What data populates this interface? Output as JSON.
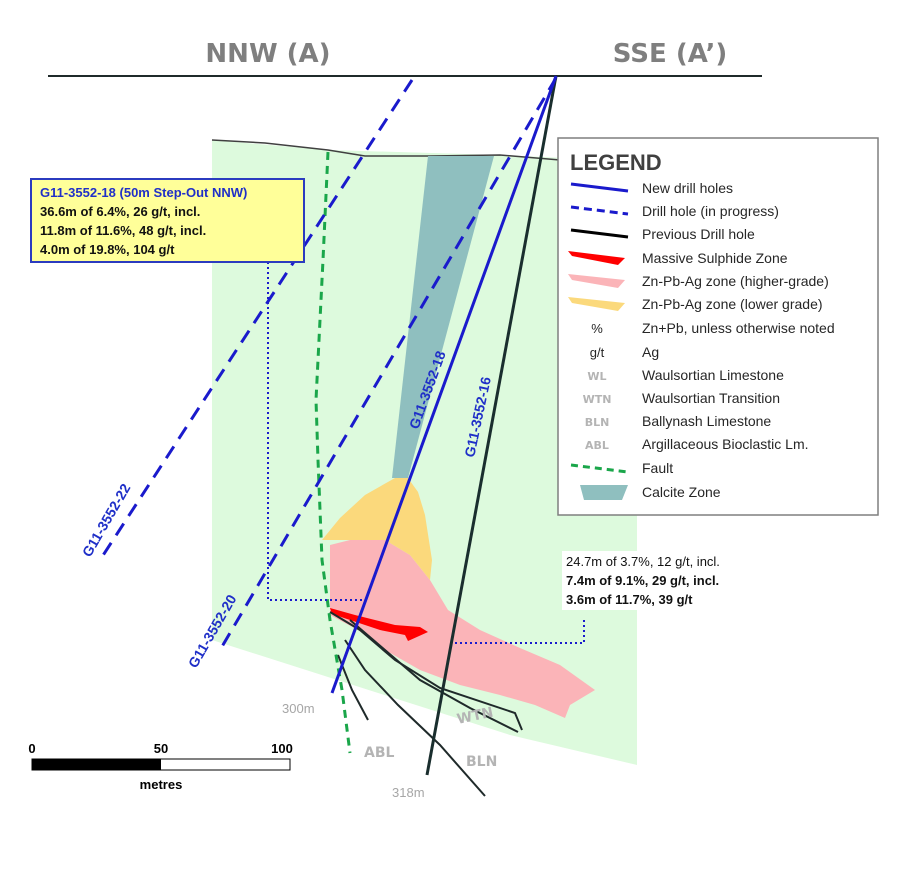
{
  "section": {
    "left_end": "NNW (A)",
    "right_end": "SSE (A’)"
  },
  "drill_holes": [
    {
      "id": "G11-3552-18",
      "kind": "New drill holes"
    },
    {
      "id": "G11-3552-16",
      "kind": "Previous Drill hole"
    },
    {
      "id": "G11-3552-22",
      "kind": "Drill hole (in progress)"
    },
    {
      "id": "G11-3552-20",
      "kind": "Drill hole (in progress)"
    }
  ],
  "depth_labels": [
    "300m",
    "318m"
  ],
  "unit_labels": [
    "WTN",
    "ABL",
    "BLN"
  ],
  "callout": {
    "title": "G11-3552-18 (50m Step-Out NNW)",
    "lines": [
      "36.6m of 6.4%, 26 g/t, incl.",
      "11.8m of 11.6%, 48 g/t, incl.",
      "4.0m of 19.8%, 104 g/t"
    ]
  },
  "assay_16": {
    "lines": [
      "24.7m of 3.7%, 12 g/t, incl.",
      "7.4m of 9.1%, 29 g/t, incl.",
      "3.6m of 11.7%, 39 g/t"
    ]
  },
  "scale": {
    "ticks": [
      "0",
      "50",
      "100"
    ],
    "unit": "metres"
  },
  "legend": {
    "title": "LEGEND",
    "items": [
      {
        "symbol": "line-blue",
        "label": "New drill holes"
      },
      {
        "symbol": "dash-blue",
        "label": "Drill hole (in progress)"
      },
      {
        "symbol": "line-black",
        "label": "Previous Drill hole"
      },
      {
        "symbol": "red-wedge",
        "label": "Massive Sulphide Zone"
      },
      {
        "symbol": "pink-wedge",
        "label": "Zn-Pb-Ag zone (higher-grade)"
      },
      {
        "symbol": "yellow-wedge",
        "label": "Zn-Pb-Ag zone (lower grade)"
      },
      {
        "symbol_text": "%",
        "label": "Zn+Pb, unless otherwise noted"
      },
      {
        "symbol_text": "g/t",
        "label": "Ag"
      },
      {
        "symbol_text": "WL",
        "label": "Waulsortian Limestone"
      },
      {
        "symbol_text": "WTN",
        "label": "Waulsortian Transition"
      },
      {
        "symbol_text": "BLN",
        "label": "Ballynash Limestone"
      },
      {
        "symbol_text": "ABL",
        "label": "Argillaceous Bioclastic Lm."
      },
      {
        "symbol": "dash-green",
        "label": "Fault"
      },
      {
        "symbol": "calcite-box",
        "label": "Calcite Zone"
      }
    ]
  },
  "colors": {
    "host_rock": "#ddfadd",
    "calcite": "#8fbfbf",
    "higher_grade": "#fbb4b8",
    "lower_grade": "#fbd97c",
    "massive_sulphide": "#ff0000",
    "new_hole": "#1a1acc",
    "previous_hole": "#1a2e2e",
    "fault": "#1aa64a"
  }
}
